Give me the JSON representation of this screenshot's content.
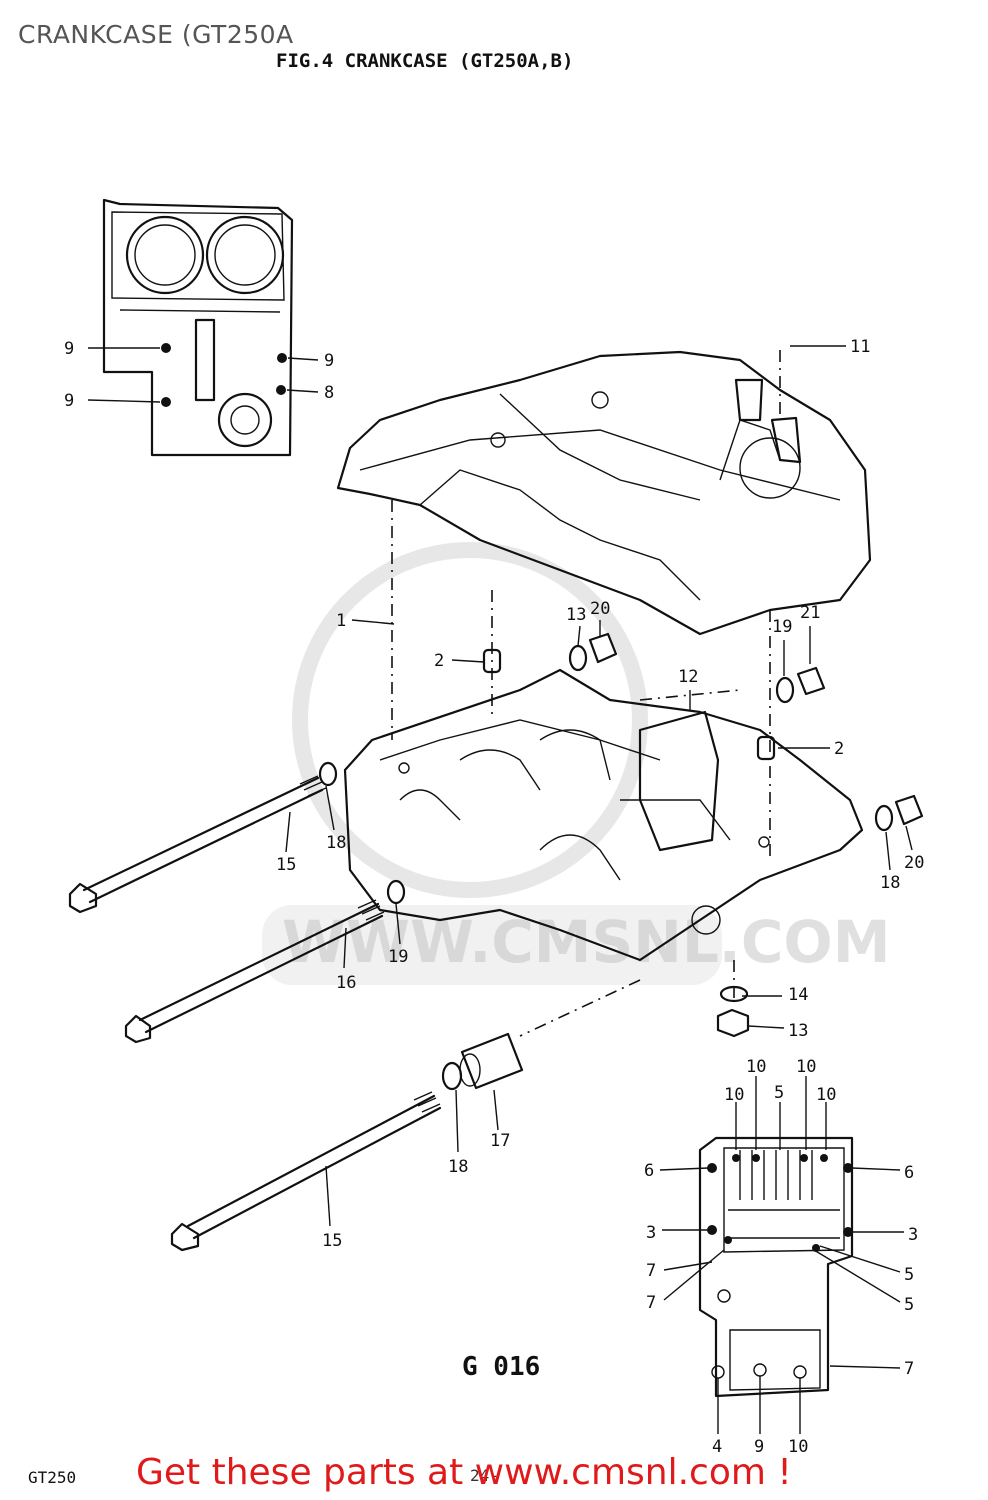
{
  "page": {
    "title": "CRANKCASE (GT250A",
    "figure_title": "FIG.4  CRANKCASE (GT250A,B)",
    "footer_left": "GT250",
    "footer_page": "24-",
    "footer_ad": "Get these parts at www.cmsnl.com !",
    "figure_code": "G 016",
    "watermark": "WWW.CMSNL.COM"
  },
  "callouts": {
    "c1": "1",
    "c2a": "2",
    "c2b": "2",
    "c3a": "3",
    "c3b": "3",
    "c4": "4",
    "c5a": "5",
    "c5b": "5",
    "c5c": "5",
    "c6a": "6",
    "c6b": "6",
    "c7a": "7",
    "c7b": "7",
    "c7c": "7",
    "c8": "8",
    "c9a": "9",
    "c9b": "9",
    "c9c": "9",
    "c9d": "9",
    "c10a": "10",
    "c10b": "10",
    "c10c": "10",
    "c10d": "10",
    "c10e": "10",
    "c11": "11",
    "c12": "12",
    "c13a": "13",
    "c13b": "13",
    "c14": "14",
    "c15a": "15",
    "c15b": "15",
    "c16": "16",
    "c17": "17",
    "c18a": "18",
    "c18b": "18",
    "c18c": "18",
    "c19a": "19",
    "c19b": "19",
    "c20a": "20",
    "c20b": "20",
    "c21": "21"
  }
}
